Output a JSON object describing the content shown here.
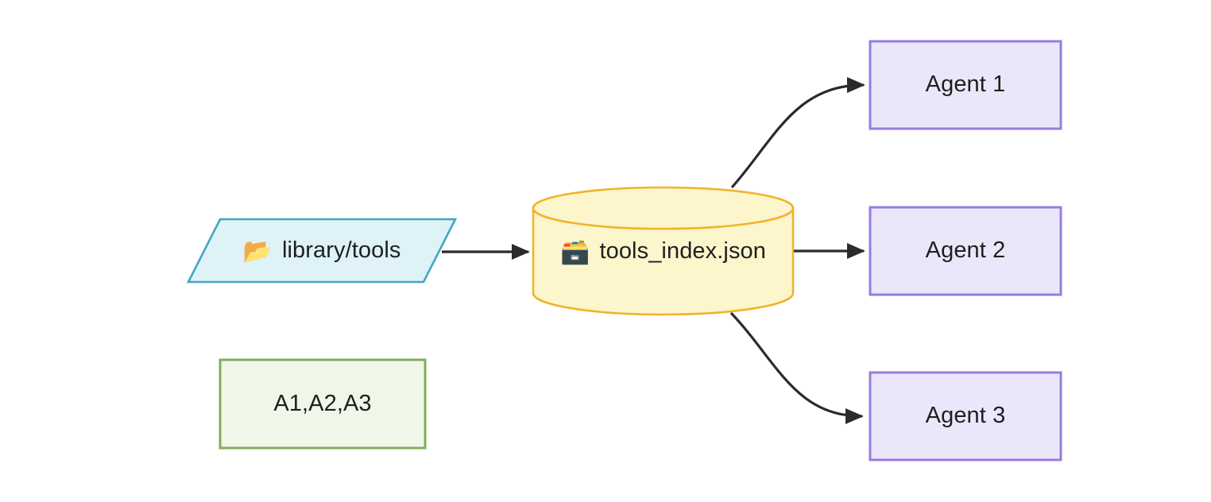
{
  "diagram": {
    "type": "flowchart",
    "direction": "left-to-right",
    "background_color": "#ffffff",
    "nodes": [
      {
        "id": "source",
        "shape": "parallelogram",
        "icon": "open-folder-icon",
        "icon_glyph": "📂",
        "label": "library/tools",
        "fill": "#DEF2F8",
        "stroke": "#43A6BE",
        "text_color": "#1f1f1f"
      },
      {
        "id": "index",
        "shape": "cylinder",
        "icon": "card-index-box-icon",
        "icon_glyph": "🗃️",
        "label": "tools_index.json",
        "fill": "#FDF5CC",
        "stroke": "#F0B429",
        "text_color": "#1f1f1f"
      },
      {
        "id": "agent1",
        "shape": "rectangle",
        "label": "Agent 1",
        "fill": "#EBE7FB",
        "stroke": "#9A7BE0",
        "text_color": "#1f1f1f"
      },
      {
        "id": "agent2",
        "shape": "rectangle",
        "label": "Agent 2",
        "fill": "#EBE7FB",
        "stroke": "#9A7BE0",
        "text_color": "#1f1f1f"
      },
      {
        "id": "agent3",
        "shape": "rectangle",
        "label": "Agent 3",
        "fill": "#EBE7FB",
        "stroke": "#9A7BE0",
        "text_color": "#1f1f1f"
      },
      {
        "id": "agentlist",
        "shape": "rectangle",
        "label": "A1,A2,A3",
        "fill": "#F0F7E8",
        "stroke": "#7FAE5B",
        "text_color": "#1f1f1f"
      }
    ],
    "edges": [
      {
        "id": "e1",
        "from": "source",
        "to": "index",
        "style": "straight",
        "arrow": "filled-triangle",
        "color": "#2b2b2b",
        "label": ""
      },
      {
        "id": "e2",
        "from": "index",
        "to": "agent1",
        "style": "curved",
        "arrow": "filled-triangle",
        "color": "#2b2b2b",
        "label": ""
      },
      {
        "id": "e3",
        "from": "index",
        "to": "agent2",
        "style": "straight",
        "arrow": "filled-triangle",
        "color": "#2b2b2b",
        "label": ""
      },
      {
        "id": "e4",
        "from": "index",
        "to": "agent3",
        "style": "curved",
        "arrow": "filled-triangle",
        "color": "#2b2b2b",
        "label": ""
      }
    ]
  }
}
